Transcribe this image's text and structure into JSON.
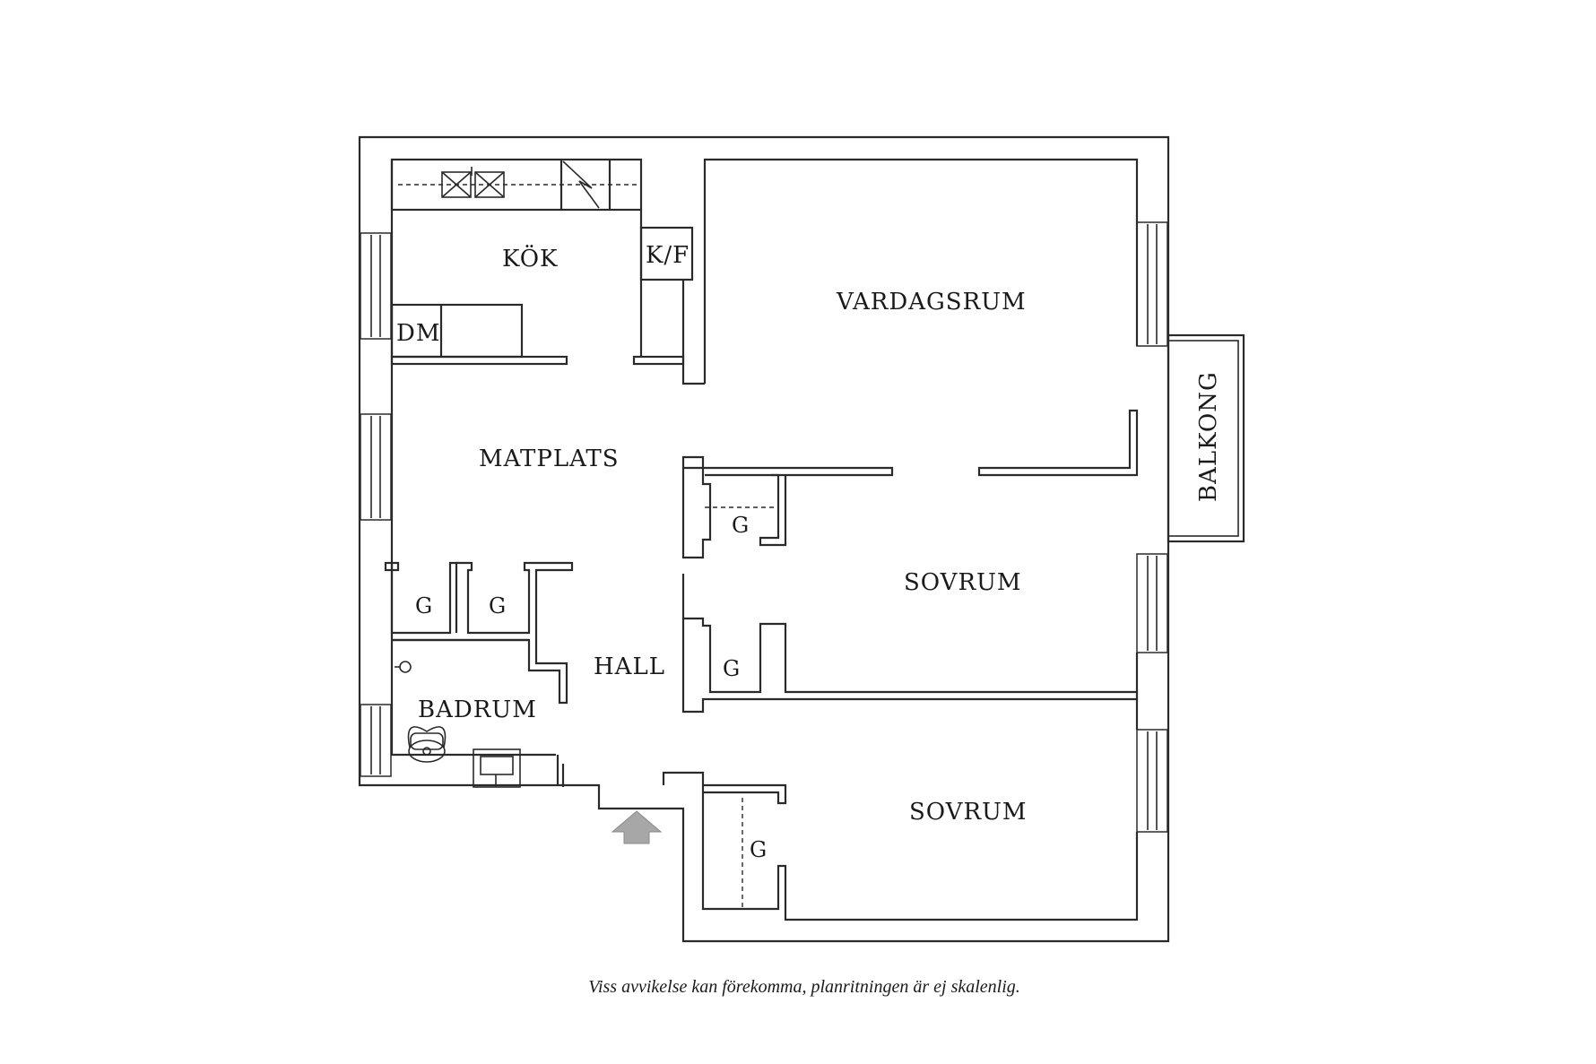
{
  "rooms": {
    "kok": "KÖK",
    "kf": "K/F",
    "dm": "DM",
    "vardagsrum": "VARDAGSRUM",
    "matplats": "MATPLATS",
    "balkong": "BALKONG",
    "g_closet": "G",
    "sovrum": "SOVRUM",
    "hall": "HALL",
    "badrum": "BADRUM"
  },
  "disclaimer": "Viss avvikelse kan förekomma, planritningen är ej skalenlig.",
  "colors": {
    "wall": "#2a2a2a",
    "entrance_arrow": "#a7a7a7",
    "background": "#ffffff"
  }
}
